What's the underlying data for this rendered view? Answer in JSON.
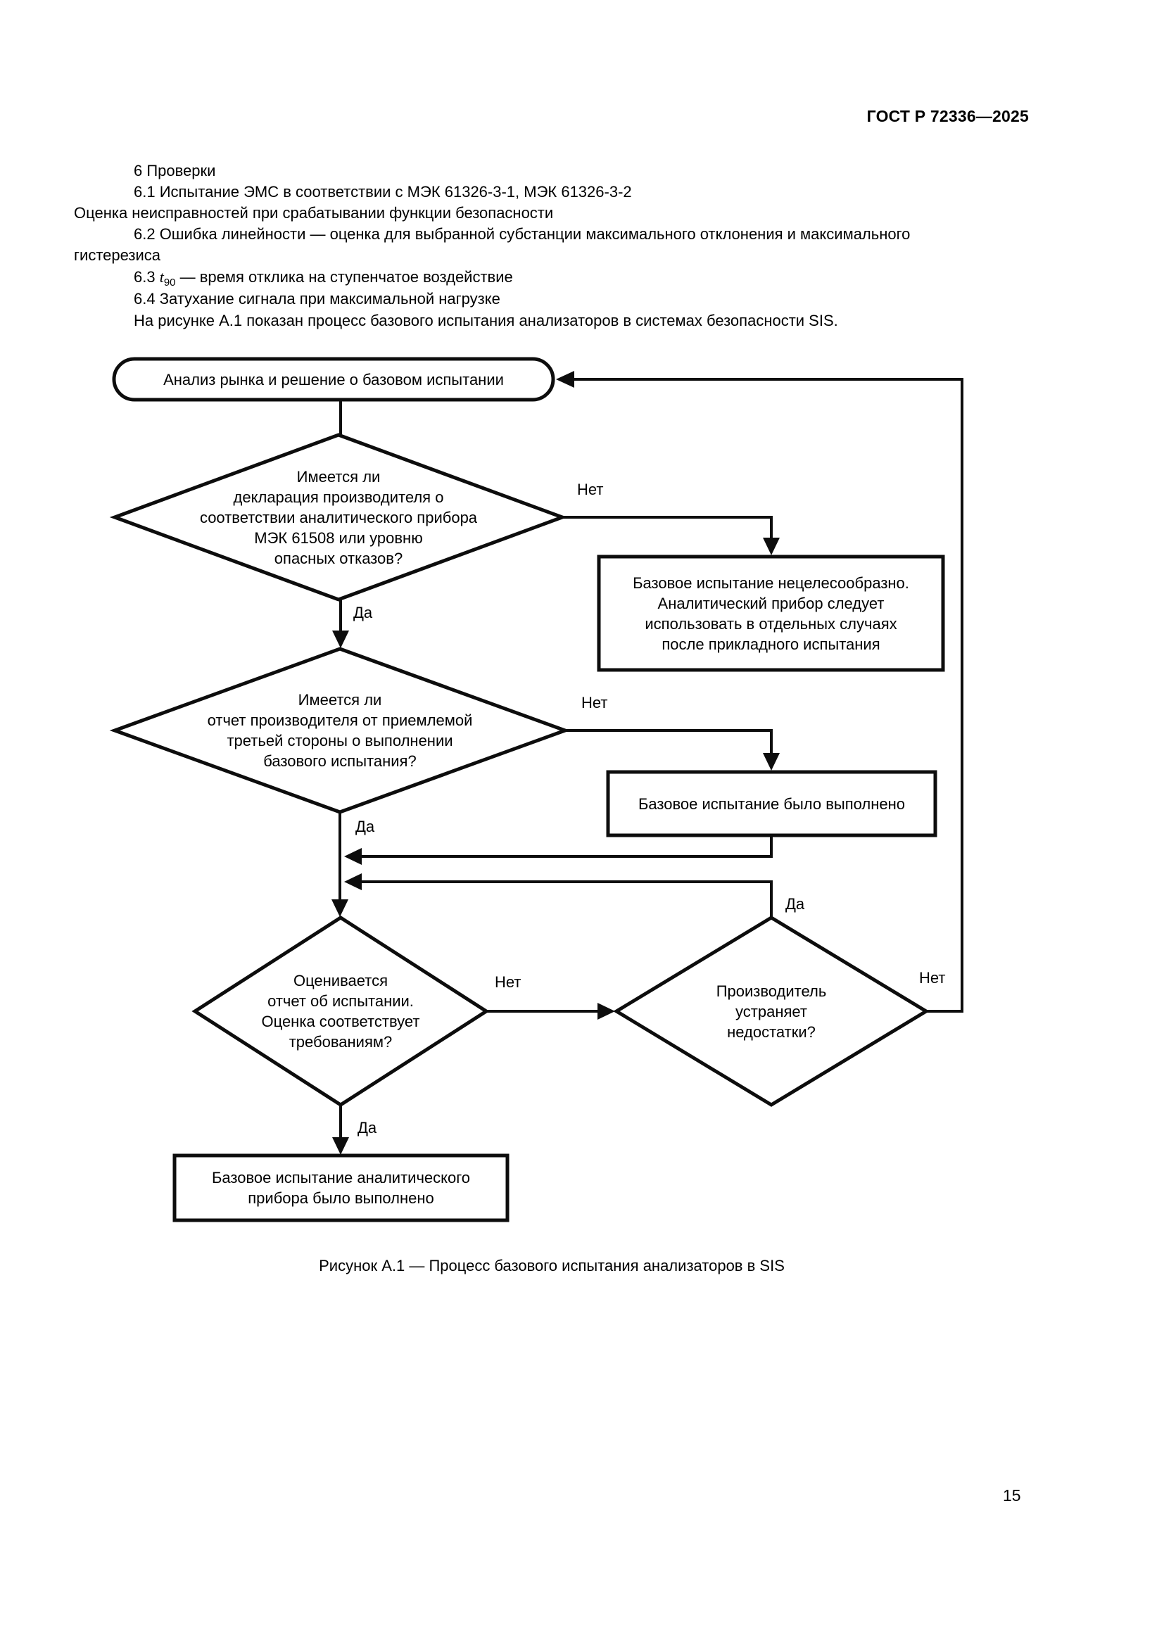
{
  "page": {
    "header": "ГОСТ Р 72336—2025",
    "number": "15"
  },
  "content": {
    "paragraphs": [
      {
        "text": "6 Проверки"
      },
      {
        "text": "6.1 Испытание ЭМС в соответствии с МЭК 61326-3-1, МЭК 61326-3-2"
      },
      {
        "text": "Оценка неисправностей при срабатывании функции безопасности"
      },
      {
        "text": "6.2 Ошибка линейности — оценка для выбранной субстанции максимального отклонения и максимального"
      },
      {
        "text": "гистерезиса"
      },
      {
        "num": "6.3 ",
        "var": "t",
        "sub": "90",
        "rest": " — время отклика на ступенчатое воздействие"
      },
      {
        "text": "6.4 Затухание сигнала при максимальной нагрузке"
      },
      {
        "text": "На рисунке А.1 показан процесс базового испытания анализаторов в системах безопасности SIS."
      }
    ]
  },
  "flowchart": {
    "start": "Анализ рынка и решение о базовом испытании",
    "decision1": "Имеется ли\nдекларация производителя о\nсоответствии аналитического прибора\nМЭК 61508 или уровню\nопасных отказов?",
    "decision2": "Имеется ли\nотчет производителя от приемлемой\nтретьей стороны о выполнении\nбазового испытания?",
    "decision3": "Оценивается\nотчет об испытании.\nОценка соответствует\nтребованиям?",
    "decision4": "Производитель\nустраняет\nнедостатки?",
    "result1": "Базовое испытание нецелесообразно.\nАналитический прибор следует\nиспользовать в отдельных случаях\nпосле прикладного испытания",
    "result2": "Базовое испытание было выполнено",
    "result3": "Базовое испытание аналитического\nприбора было выполнено",
    "labels": {
      "yes": "Да",
      "no": "Нет"
    },
    "caption": "Рисунок А.1 — Процесс базового испытания анализаторов в SIS"
  }
}
